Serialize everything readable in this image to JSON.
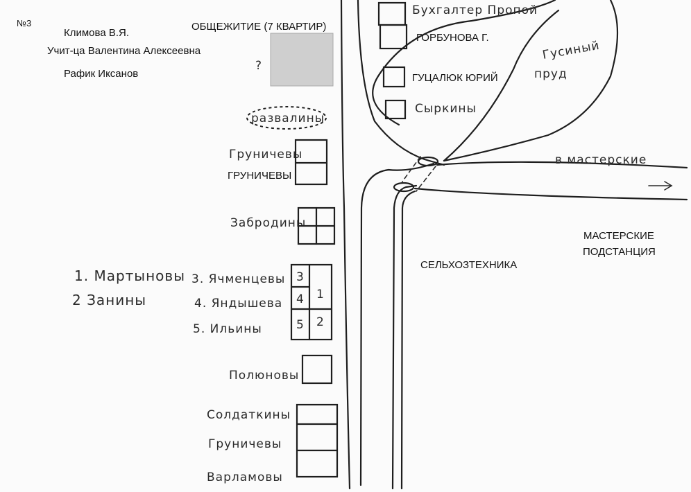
{
  "map": {
    "number": "№3",
    "header_lines": [
      "Климова В.Я.",
      "Учит-ца Валентина Алексеевна",
      "Рафик Иксанов"
    ],
    "dormitory": "ОБЩЕЖИТИЕ (7 КВАРТИР)",
    "ruins": "развалины",
    "west_side": {
      "gruniche_hw": "Груничевы",
      "gruniche_typed": "ГРУНИЧЕВЫ",
      "zabrodiny": "Забродины",
      "list_left": [
        "1. Мартыновы",
        "2 Занины"
      ],
      "list_right": [
        "3. Ячменцевы",
        "4. Яндышева",
        "5. Ильины"
      ],
      "block_numbers": [
        "3",
        "4",
        "5",
        "1",
        "2"
      ],
      "polyunovy": "Полюновы",
      "bottom_families": [
        "Солдаткины",
        "Груничевы",
        "Варламовы"
      ],
      "question_mark": "?"
    },
    "east_side": {
      "accountant": "Бухгалтер Пропой",
      "gorbunova": "ГОРБУНОВА Г.",
      "gutsalyuk": "ГУЦАЛЮК ЮРИЙ",
      "syrkiny": "Сыркины",
      "pond": [
        "Гусиный",
        "пруд"
      ],
      "to_workshops": "в мастерские",
      "selkhoztekhnika": "СЕЛЬХОЗТЕХНИКА",
      "workshops_substation": [
        "МАСТЕРСКИЕ",
        "ПОДСТАНЦИЯ"
      ]
    }
  }
}
